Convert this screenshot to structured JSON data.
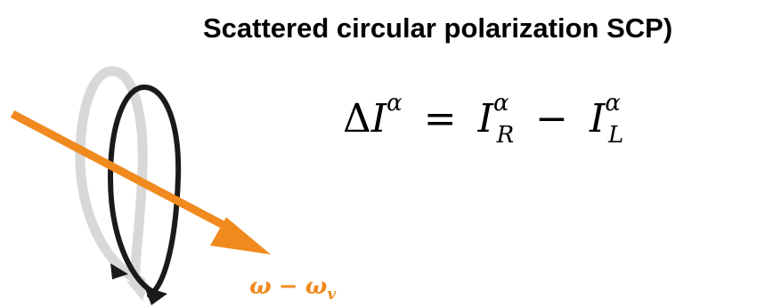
{
  "title": "Scattered circular polarization SCP)",
  "equation": {
    "delta": "Δ",
    "lhs_base": "I",
    "lhs_sup": "α",
    "equals": "=",
    "term1_base": "I",
    "term1_sup": "α",
    "term1_sub": "R",
    "minus": "−",
    "term2_base": "I",
    "term2_sup": "α",
    "term2_sub": "L"
  },
  "frequency_label": {
    "omega": "ω",
    "minus": "−",
    "omega2": "ω",
    "sub": "v"
  },
  "colors": {
    "arrow": "#f08a1e",
    "label": "#f08a1e",
    "front_loop": "#1a1a1a",
    "back_loop": "#d8d8d8"
  },
  "icons": {
    "polarization": "circular-polarization-loops",
    "beam": "incident-beam-arrow"
  }
}
